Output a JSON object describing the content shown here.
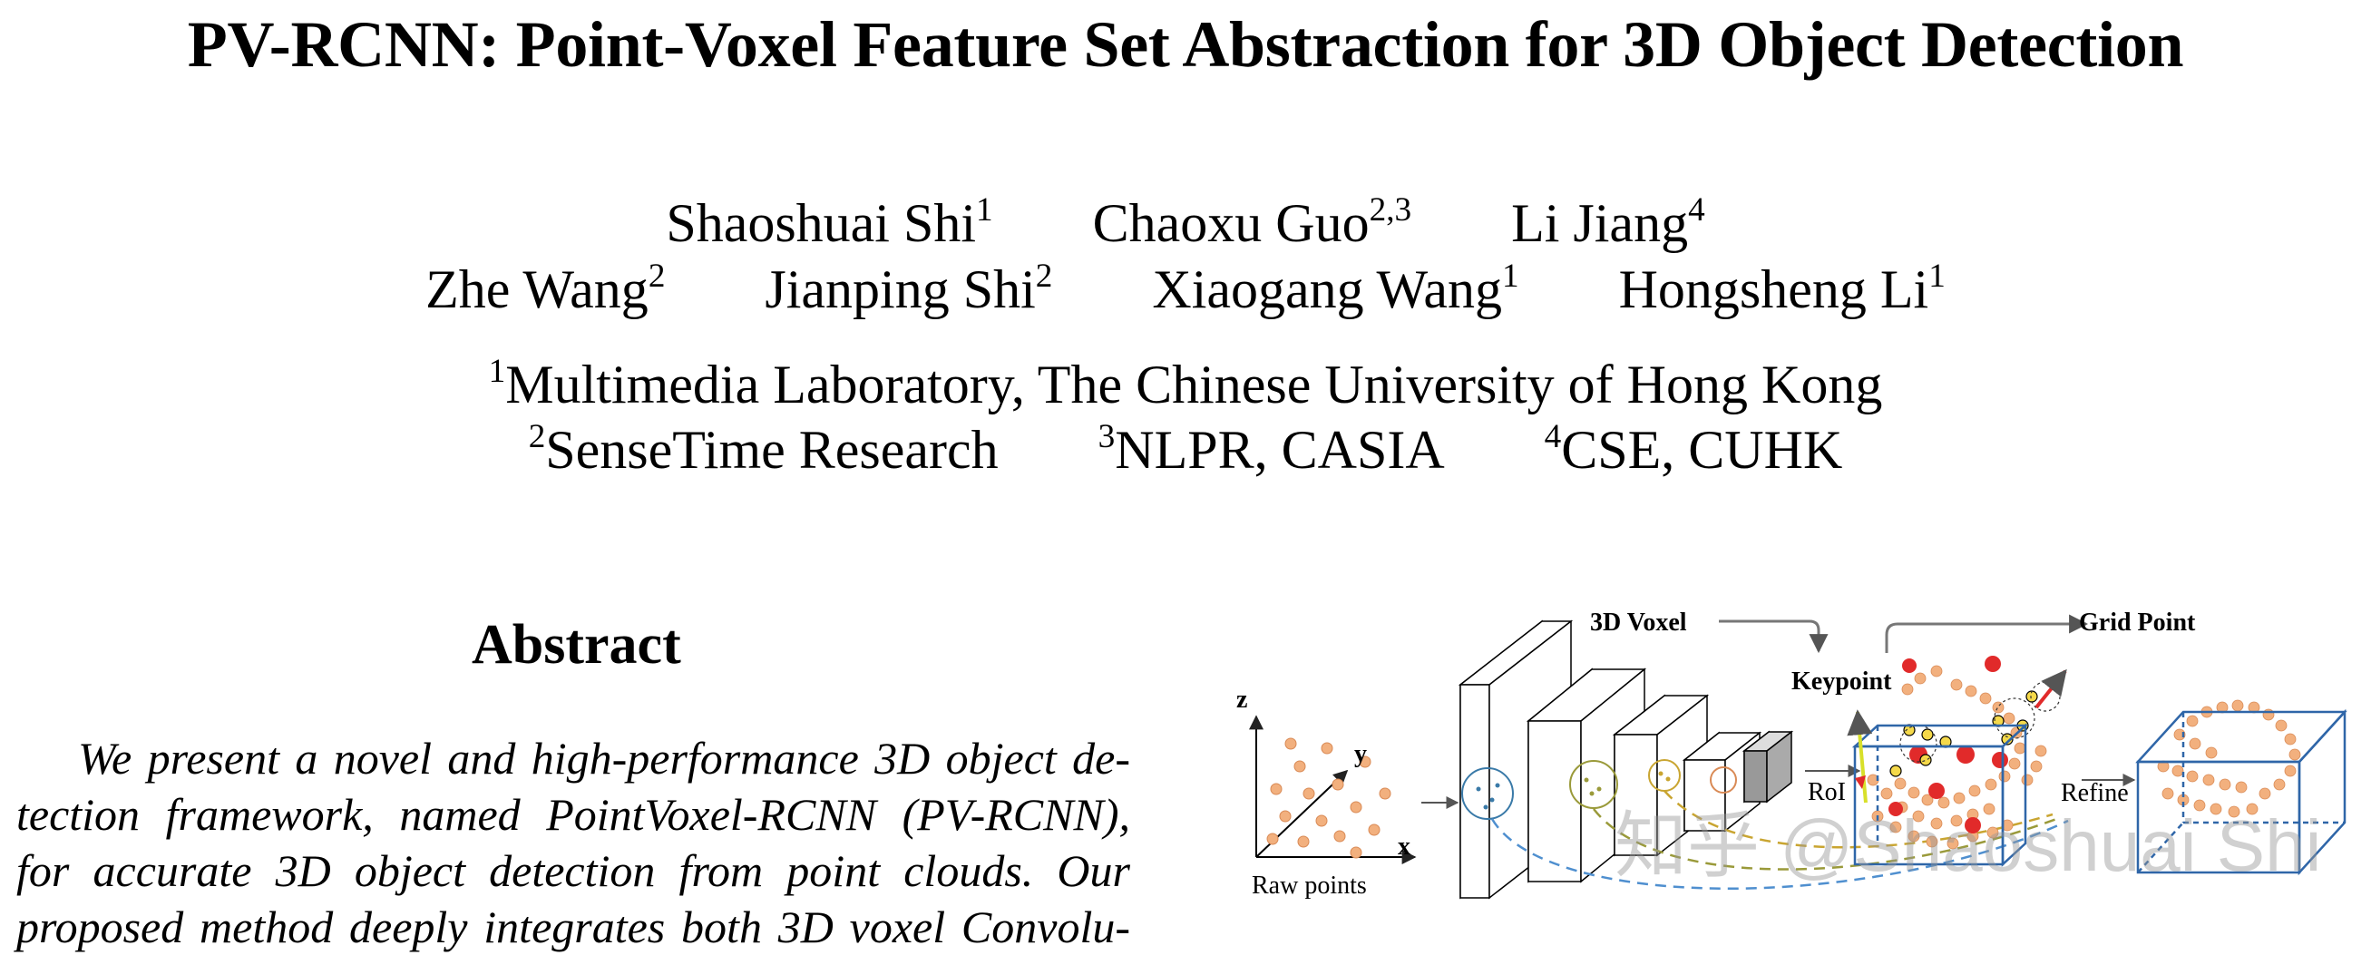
{
  "title": "PV-RCNN: Point-Voxel Feature Set Abstraction for 3D Object Detection",
  "authors": [
    {
      "name": "Shaoshuai Shi",
      "aff": "1"
    },
    {
      "name": "Chaoxu Guo",
      "aff": "2,3"
    },
    {
      "name": "Li Jiang",
      "aff": "4"
    },
    {
      "name": "Zhe Wang",
      "aff": "2"
    },
    {
      "name": "Jianping Shi",
      "aff": "2"
    },
    {
      "name": "Xiaogang Wang",
      "aff": "1"
    },
    {
      "name": "Hongsheng Li",
      "aff": "1"
    }
  ],
  "affiliations": [
    {
      "num": "1",
      "name": "Multimedia Laboratory, The Chinese University of Hong Kong"
    },
    {
      "num": "2",
      "name": "SenseTime Research"
    },
    {
      "num": "3",
      "name": "NLPR, CASIA"
    },
    {
      "num": "4",
      "name": "CSE, CUHK"
    }
  ],
  "abstract": {
    "heading": "Abstract",
    "lines": [
      "We present a novel and high-performance 3D object de-",
      "tection framework, named PointVoxel-RCNN (PV-RCNN),",
      "for accurate 3D object detection from point clouds.  Our",
      "proposed method deeply integrates both 3D voxel Convolu-"
    ]
  },
  "figure": {
    "axis_z": "z",
    "axis_y": "y",
    "axis_x": "x",
    "raw_points": "Raw points",
    "voxel_label": "3D Voxel",
    "keypoint_label": "Keypoint",
    "grid_point_label": "Grid Point",
    "roi_label": "RoI",
    "refine_label": "Refine"
  },
  "watermark": "知乎 @Shaoshuai Shi"
}
